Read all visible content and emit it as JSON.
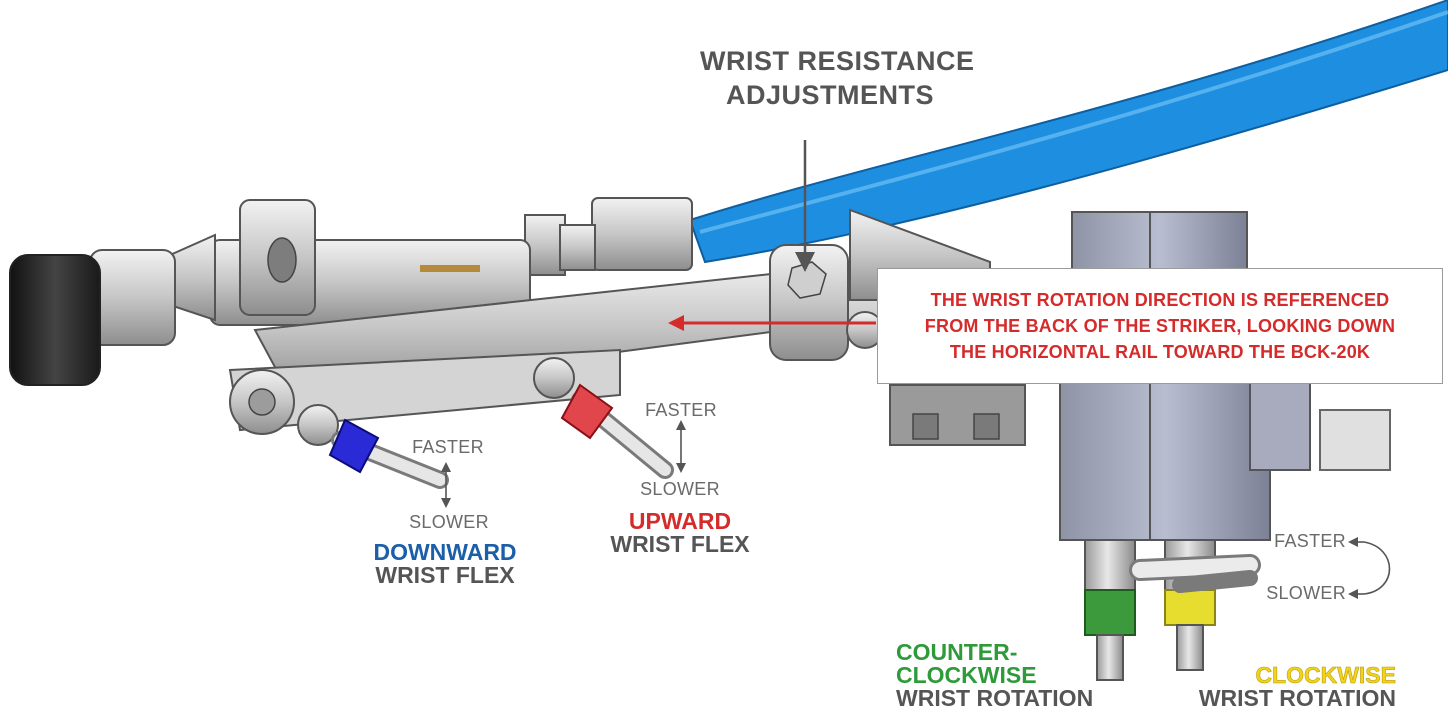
{
  "title": {
    "line1": "WRIST RESISTANCE",
    "line2": "ADJUSTMENTS"
  },
  "note": {
    "line1": "THE WRIST ROTATION DIRECTION IS REFERENCED",
    "line2": "FROM THE BACK OF THE STRIKER, LOOKING DOWN",
    "line3": "THE HORIZONTAL RAIL TOWARD THE BCK-20K"
  },
  "speed_labels": {
    "faster": "FASTER",
    "slower": "SLOWER"
  },
  "groups": {
    "downward": {
      "direction": "DOWNWARD",
      "action": "WRIST FLEX"
    },
    "upward": {
      "direction": "UPWARD",
      "action": "WRIST FLEX"
    },
    "counter_clockwise": {
      "direction_line1": "COUNTER-",
      "direction_line2": "CLOCKWISE",
      "action": "WRIST ROTATION"
    },
    "clockwise": {
      "direction": "CLOCKWISE",
      "action": "WRIST ROTATION"
    }
  },
  "colors": {
    "downward": "#1b5fa8",
    "upward": "#d42b2b",
    "counter_clockwise": "#2e9a3a",
    "clockwise": "#f5d21a",
    "hose": "#1e8fe0",
    "label_gray": "#555555"
  }
}
